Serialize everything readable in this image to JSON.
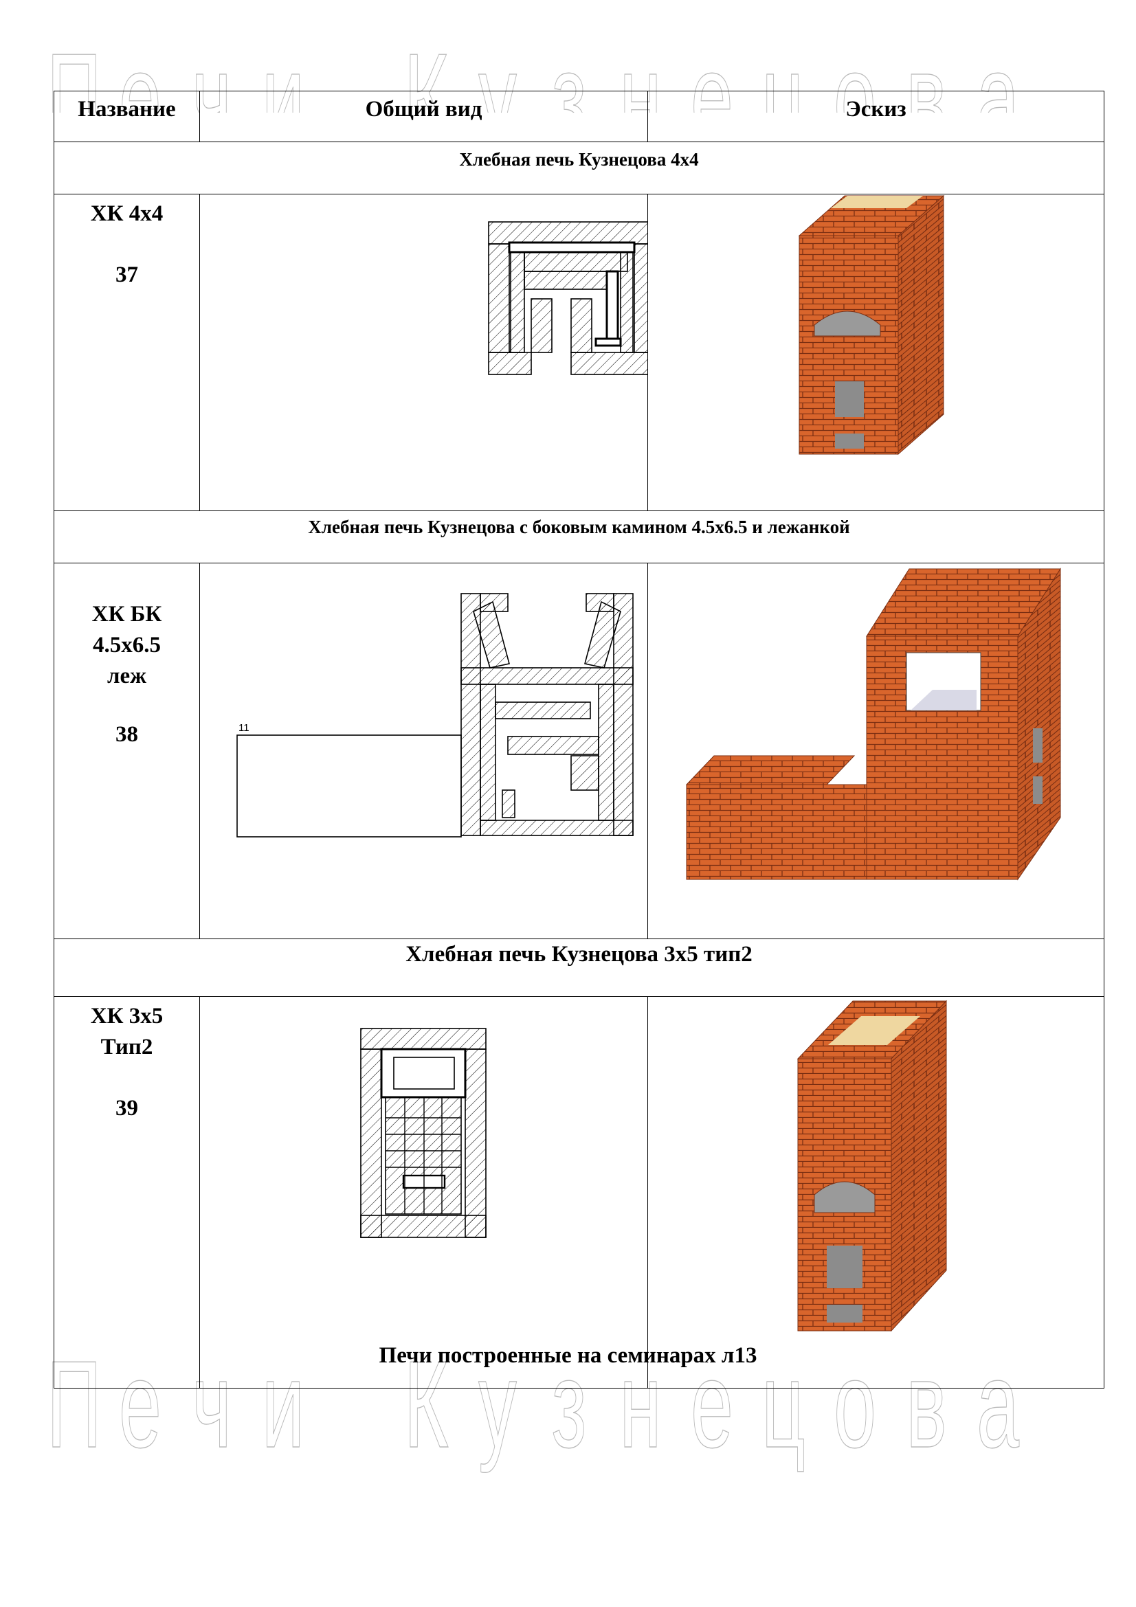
{
  "watermark": {
    "text": "Печи Кузнецова"
  },
  "table": {
    "headers": [
      "Название",
      "Общий вид",
      "Эскиз"
    ],
    "sections": [
      {
        "title": "Хлебная печь Кузнецова 4х4",
        "name_lines": [
          "ХК 4х4"
        ],
        "number": "37"
      },
      {
        "title": "Хлебная печь Кузнецова с боковым камином 4.5х6.5 и лежанкой",
        "name_lines": [
          "ХК БК",
          "4.5х6.5",
          "леж"
        ],
        "number": "38",
        "plan_label": "11"
      },
      {
        "title": "Хлебная печь Кузнецова 3х5 тип2",
        "name_lines": [
          "ХК 3х5",
          "Тип2"
        ],
        "number": "39"
      }
    ]
  },
  "footer": {
    "text": "Печи построенные на семинарах л13"
  },
  "colors": {
    "brick": "#d9652c",
    "mortar": "#7a2e12",
    "door": "#8c8c8c",
    "hatch": "#000000"
  }
}
